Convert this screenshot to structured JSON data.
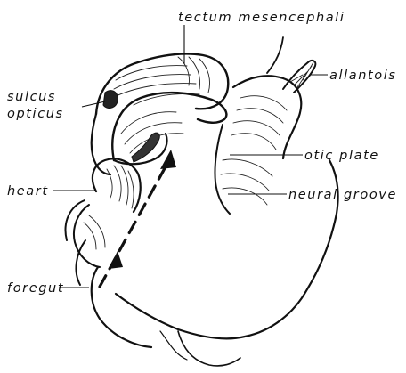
{
  "labels": {
    "tectum": "tectum mesencephali",
    "sulcus_line1": "sulcus",
    "sulcus_line2": "opticus",
    "allantois": "allantois",
    "otic_plate": "otic plate",
    "heart": "heart",
    "neural_groove": "neural groove",
    "foregut": "foregut"
  }
}
